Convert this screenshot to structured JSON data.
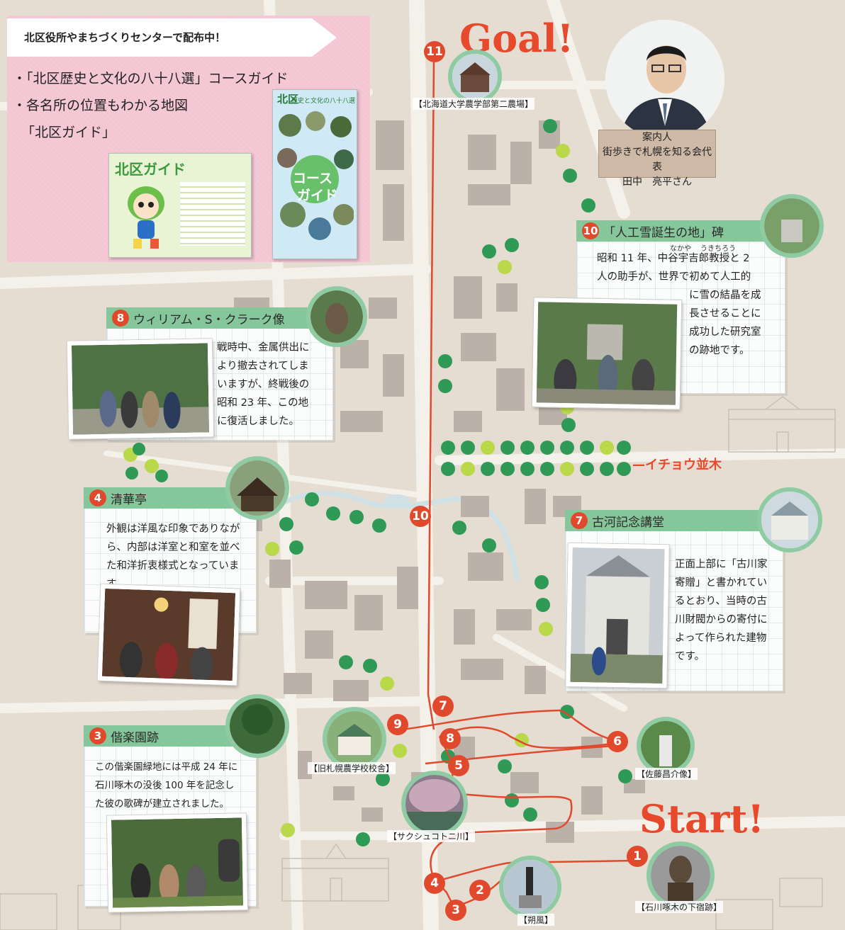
{
  "info": {
    "banner": "北区役所やまちづくりセンターで配布中！",
    "line1": "・「北区歴史と文化の八十八選」コースガイド",
    "line2": "・各名所の位置もわかる地図",
    "line3": "「北区ガイド」",
    "guide_title": "北区ガイド",
    "course_top": "北区",
    "course_sub": "歴史と文化の八十八選",
    "course_title1": "コース",
    "course_title2": "ガイド"
  },
  "guide_person": {
    "line1": "案内人",
    "line2": "街歩きで札幌を知る会代表",
    "line3": "田中　亮平さん"
  },
  "goal_text": "Goal!",
  "start_text": "Start!",
  "icho_label": "—イチョウ並木",
  "spots": {
    "s10": {
      "num": "10",
      "title": "「人工雪誕生の地」碑",
      "ruby1": "なかや",
      "ruby2": "うきちろう",
      "l1": "昭和 11 年、中谷宇吉郎教授と 2",
      "l2": "人の助手が、世界で初めて人工的",
      "l3": "に雪の結晶を成",
      "l4": "長させることに",
      "l5": "成功した研究室",
      "l6": "の跡地です。"
    },
    "s8": {
      "num": "8",
      "title": "ウィリアム・S・クラーク像",
      "l1": "戦時中、金属供出に",
      "l2": "より撤去されてしま",
      "l3": "いますが、終戦後の",
      "l4": "昭和 23 年、この地",
      "l5": "に復活しました。"
    },
    "s4": {
      "num": "4",
      "title": "清華亭",
      "l1": "外観は洋風な印象でありなが",
      "l2": "ら、内部は洋室と和室を並べ",
      "l3": "た和洋折衷様式となっていま",
      "l4": "す。"
    },
    "s7": {
      "num": "7",
      "title": "古河記念講堂",
      "l1": "正面上部に「古川家",
      "l2": "寄贈」と書かれてい",
      "l3": "るとおり、当時の古",
      "l4": "川財閥からの寄付に",
      "l5": "よって作られた建物",
      "l6": "です。"
    },
    "s3": {
      "num": "3",
      "title": "偕楽園跡",
      "l1": "この偕楽園緑地には平成 24 年に",
      "l2": "石川啄木の没後 100 年を記念し",
      "l3": "た彼の歌碑が建立されました。"
    }
  },
  "map_labels": {
    "farm": "【北海道大学農学部第二農場】",
    "kyuusha": "【旧札幌農学校校舎】",
    "sato": "【佐藤昌介像】",
    "sakushu": "【サクシュコトニ川】",
    "ishikawa": "【石川啄木の下宿跡】",
    "asakaze": "【朔風】"
  },
  "markers": {
    "m11": "11",
    "m10": "10",
    "m9": "9",
    "m8": "8",
    "m7": "7",
    "m6": "6",
    "m5": "5",
    "m4": "4",
    "m3": "3",
    "m2": "2",
    "m1": "1"
  },
  "colors": {
    "accent_red": "#e0492c",
    "header_green": "#86c69b",
    "info_pink": "#f4c6d3",
    "road": "#f3efe9",
    "building": "#bbb1a8"
  }
}
